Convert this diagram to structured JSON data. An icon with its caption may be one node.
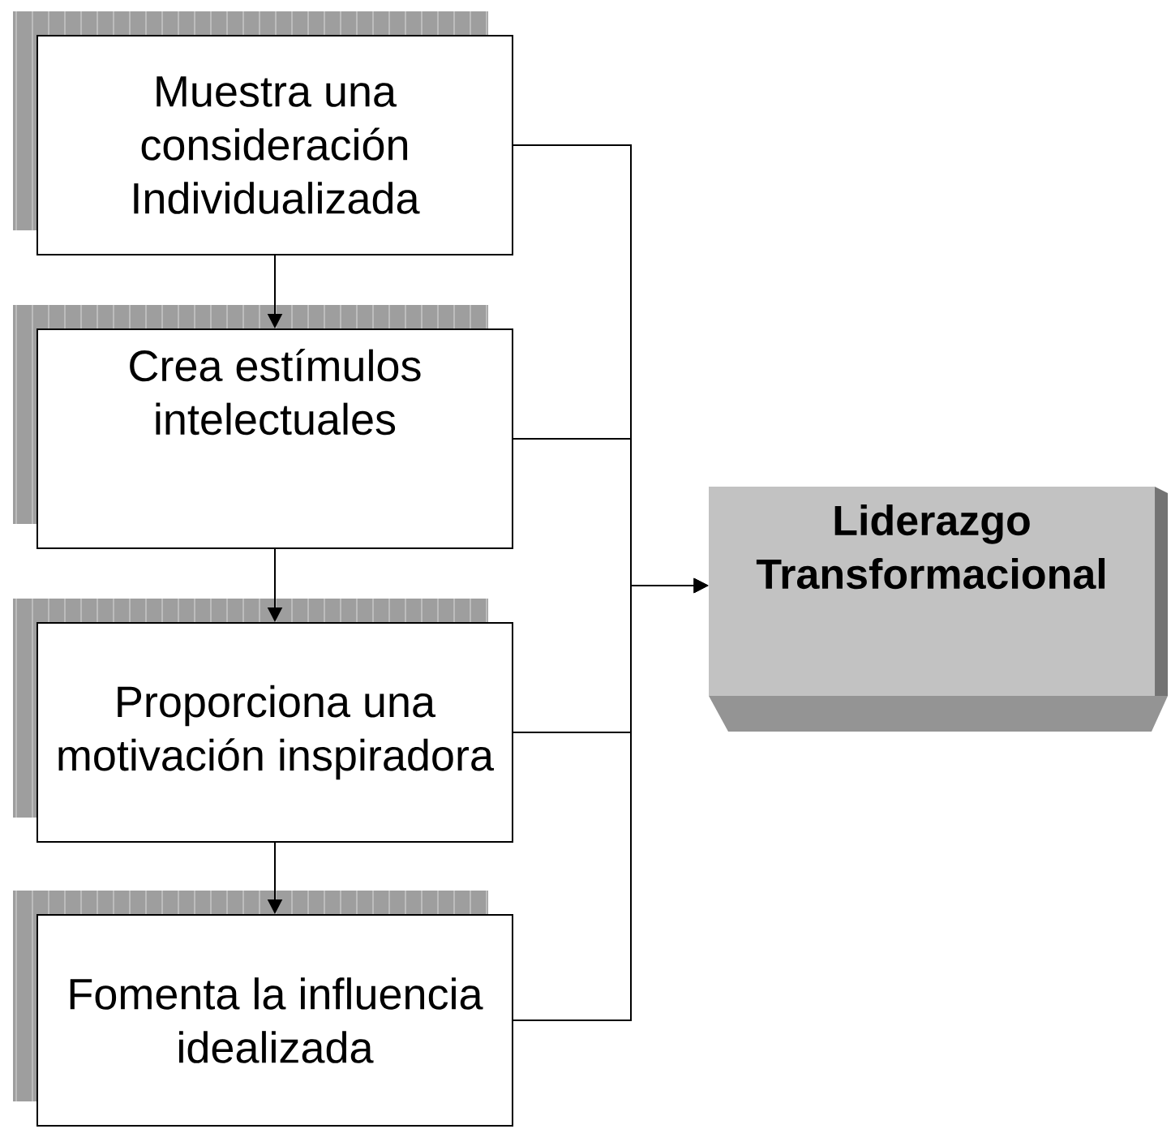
{
  "diagram": {
    "nodes": [
      {
        "text": [
          "Muestra una consideración Individualizada"
        ]
      },
      {
        "text": [
          "Crea estímulos intelectuales"
        ]
      },
      {
        "text": [
          "Proporciona una motivación inspiradora"
        ]
      },
      {
        "text": [
          "Fomenta la influencia idealizada"
        ]
      },
      {
        "text": [
          "Liderazgo Transformacional"
        ]
      }
    ],
    "edges": [
      {
        "from": 0,
        "to": 1,
        "arrow": "to"
      },
      {
        "from": 1,
        "to": 2,
        "arrow": "to"
      },
      {
        "from": 2,
        "to": 3,
        "arrow": "to"
      },
      {
        "from": 0,
        "to": 4,
        "arrow": "to"
      },
      {
        "from": 1,
        "to": 4,
        "arrow": "to"
      },
      {
        "from": 2,
        "to": 4,
        "arrow": "to"
      },
      {
        "from": 3,
        "to": 4,
        "arrow": "to"
      }
    ]
  }
}
